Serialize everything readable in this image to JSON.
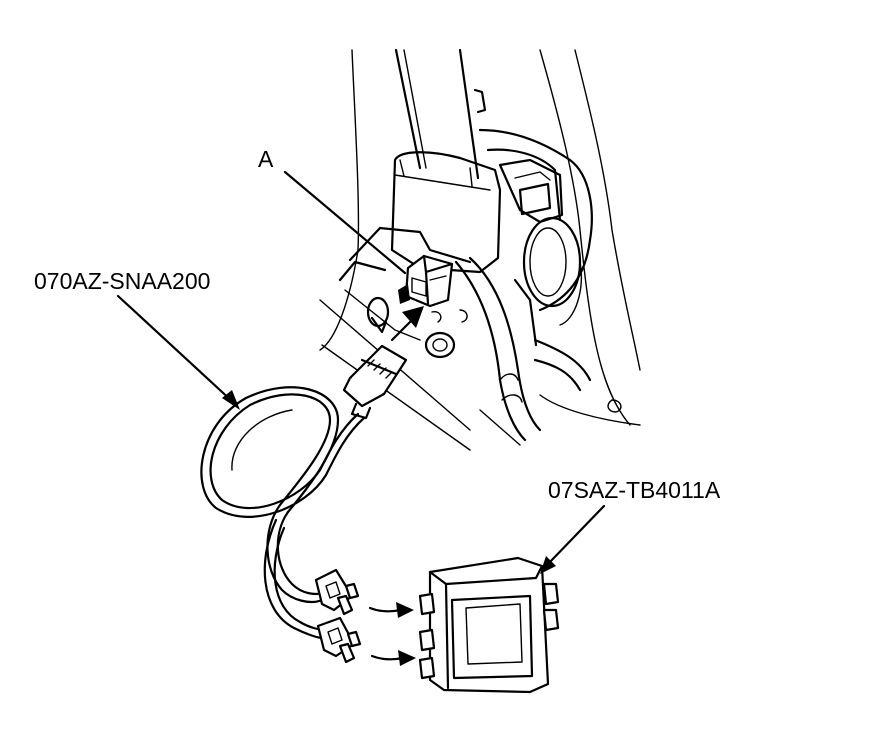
{
  "callouts": {
    "connector_a": "A",
    "test_harness": "070AZ-SNAA200",
    "test_box": "07SAZ-TB4011A"
  },
  "colors": {
    "ink": "#000000",
    "background": "#ffffff"
  },
  "parts": [
    "seat-belt-webbing",
    "seat-belt-retractor",
    "connector-a",
    "harness-connector",
    "test-harness-cable",
    "banana-plug-upper",
    "banana-plug-lower",
    "test-box"
  ]
}
